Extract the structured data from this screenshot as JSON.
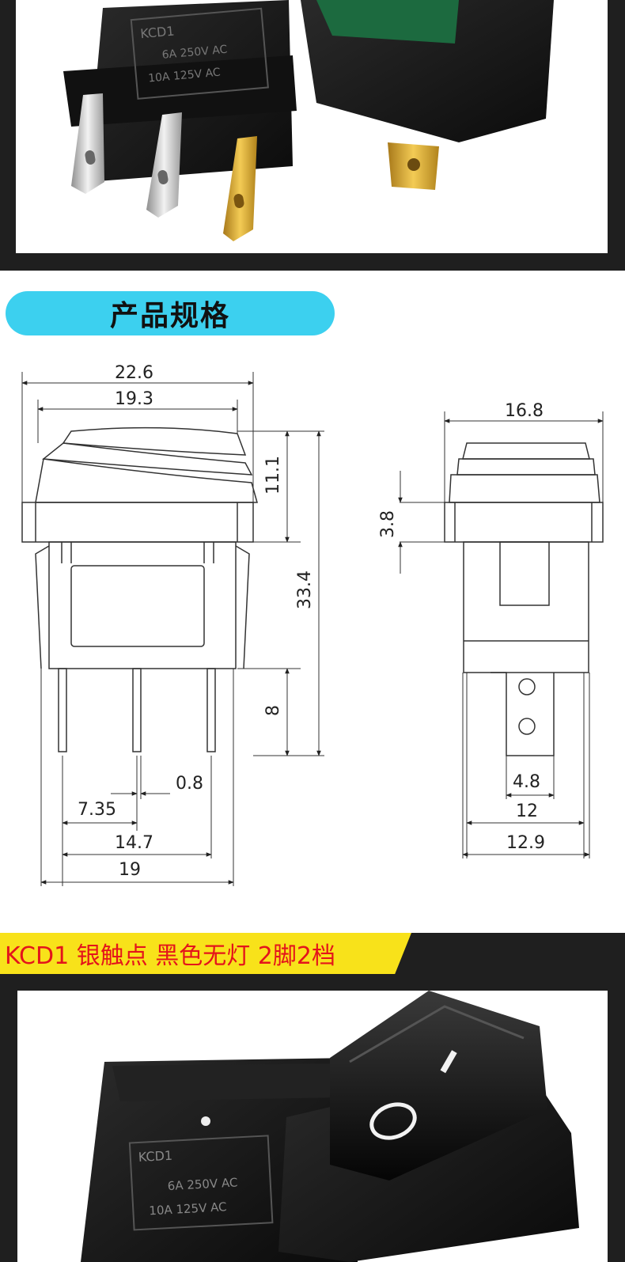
{
  "photo_top": {
    "label_lines": [
      "KCD1",
      "6A 250V AC",
      "10A 125V AC"
    ],
    "colors": {
      "housing": "#141414",
      "rocker": "#1d6b3c",
      "terminal_silver": "#cfcfcf",
      "terminal_gold": "#d8a623"
    }
  },
  "spec_section": {
    "title": "产品规格",
    "pill_color": "#3cd0ef"
  },
  "front_view": {
    "overall_width": "22.6",
    "inner_width": "19.3",
    "rocker_height": "11.1",
    "total_height": "33.4",
    "pin_length": "8",
    "pin_thickness": "0.8",
    "pin_offset": "7.35",
    "pin_span": "14.7",
    "body_width": "19"
  },
  "side_view": {
    "top_width": "16.8",
    "flange_height": "3.8",
    "terminal_width": "4.8",
    "body_inner_width": "12",
    "body_outer_width": "12.9"
  },
  "variant_banner": {
    "text": "KCD1 银触点 黑色无灯 2脚2档",
    "bg_color": "#f8e21a",
    "text_color": "#e4141b"
  },
  "photo_bottom": {
    "label_lines": [
      "KCD1",
      "6A 250V AC",
      "10A 125V AC"
    ],
    "symbol_on": "I",
    "colors": {
      "housing": "#141414",
      "rocker": "#0e0e0e"
    }
  }
}
